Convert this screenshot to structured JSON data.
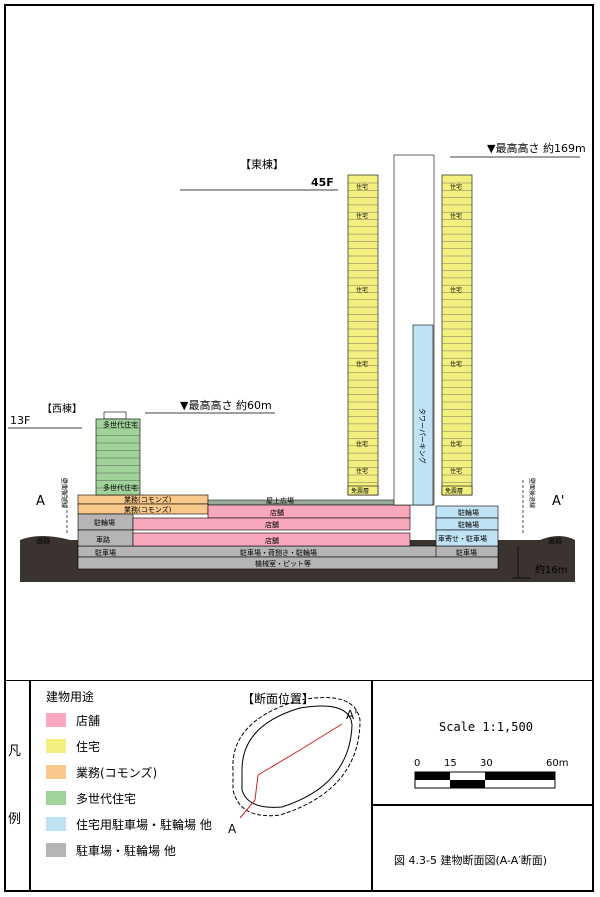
{
  "diagram": {
    "east_label": "【東棟】",
    "east_floors": "45F",
    "east_height": "▼最高高さ 約169m",
    "west_label": "【西棟】",
    "west_floors": "13F",
    "west_height": "▼最高高さ 約60m",
    "section_a": "A",
    "section_a2": "A'",
    "road_left": "道路",
    "road_right": "道路",
    "depth": "約16m",
    "bldg_line_left": "壁面後退線",
    "bldg_line_right": "壁面後退線",
    "tower_parking": "タワーパーキング",
    "labels": {
      "jutaku": "住宅",
      "tasedai": "多世代住宅",
      "gyomu_commons": "業務(コモンズ)",
      "okujo_hiroba": "屋上広場",
      "tenpo": "店舗",
      "churinjo": "駐輪場",
      "shado": "車路",
      "chushajo": "駐車場",
      "b1": "駐車場・荷捌き・駐輪場",
      "b2": "機械室・ピット等",
      "menshin": "免震層",
      "jutaku_chushajo": "車寄せ・駐車場"
    }
  },
  "legend": {
    "side_title_1": "凡",
    "side_title_2": "例",
    "heading": "建物用途",
    "items": [
      {
        "label": "店舗",
        "color": "#f7a8bc"
      },
      {
        "label": "住宅",
        "color": "#f4f080"
      },
      {
        "label": "業務(コモンズ)",
        "color": "#f8c98a"
      },
      {
        "label": "多世代住宅",
        "color": "#9fd39a"
      },
      {
        "label": "住宅用駐車場・駐輪場 他",
        "color": "#bfe2f4"
      },
      {
        "label": "駐車場・駐輪場 他",
        "color": "#b5b5b5"
      }
    ],
    "location_title": "【断面位置】",
    "loc_a": "A",
    "loc_a2": "A'"
  },
  "scale": {
    "label": "Scale 1:1,500",
    "ticks": [
      "0",
      "15",
      "30",
      "60m"
    ]
  },
  "caption": "図 4.3-5 建物断面図(A-A′断面)"
}
